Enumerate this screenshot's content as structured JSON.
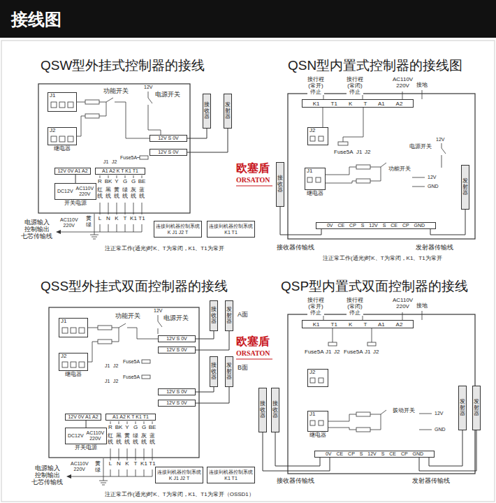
{
  "diagram": {
    "title": "接线图",
    "nodes": [
      {
        "text": [
          "J1"
        ]
      },
      {
        "text": [
          "J2",
          "继电器"
        ]
      },
      {
        "text": [
          "12V S 0V"
        ]
      },
      {
        "text": [
          "12V S 0V"
        ]
      },
      {
        "text": [
          "12V 0V A1 A2"
        ]
      },
      {
        "text": [
          "A1 A2 K T K1 T1"
        ]
      },
      {
        "text": [
          "DC12V",
          "AC110V 220V",
          "开关电源"
        ]
      },
      {
        "text": [
          "接收器"
        ]
      },
      {
        "text": [
          "发射器"
        ]
      },
      {
        "text": [
          "连接到机器控制系统",
          "K J1 J2 T"
        ]
      },
      {
        "text": [
          "连接到机器控制系统",
          "K1 T1"
        ]
      },
      {
        "text": [
          "K1 T1 K T A1 A2"
        ]
      },
      {
        "text": [
          "J2"
        ]
      },
      {
        "text": [
          "J1",
          "继电器"
        ]
      },
      {
        "text": [
          "0V CE CP S 12V S CE CP GND"
        ]
      },
      {
        "text": [
          "接收器"
        ]
      },
      {
        "text": [
          "发射器"
        ]
      },
      {
        "text": [
          "J1"
        ]
      },
      {
        "text": [
          "J2",
          "继电器"
        ]
      },
      {
        "text": [
          "12V S 0V"
        ]
      },
      {
        "text": [
          "12V S 0V"
        ]
      },
      {
        "text": [
          "12V S 0V"
        ]
      },
      {
        "text": [
          "12V S 0V"
        ]
      },
      {
        "text": [
          "12V 0V A1 A2"
        ]
      },
      {
        "text": [
          "A1 A2 K T K1 T1"
        ]
      },
      {
        "text": [
          "DC12V",
          "AC110V 220V",
          "开关电源"
        ]
      },
      {
        "text": [
          "接收器"
        ]
      },
      {
        "text": [
          "发射器"
        ]
      },
      {
        "text": [
          "接收器"
        ]
      },
      {
        "text": [
          "发射器"
        ]
      },
      {
        "text": [
          "连接到机器控制系统",
          "K J1 J2 T"
        ]
      },
      {
        "text": [
          "连接到机器控制系统",
          "K1 T1"
        ]
      },
      {
        "text": [
          "K1 T1 K T A1 A2"
        ]
      },
      {
        "text": [
          "J2"
        ]
      },
      {
        "text": [
          "J1",
          "继电器"
        ]
      },
      {
        "text": [
          "0V CE CP S 12V S CE CP GND"
        ]
      },
      {
        "text": [
          "接收器"
        ]
      },
      {
        "text": [
          "接收器"
        ]
      },
      {
        "text": [
          "发射器"
        ]
      },
      {
        "text": [
          "发射器"
        ]
      }
    ],
    "edges": [
      {
        "from": 7,
        "to": 2,
        "arrow": "none"
      },
      {
        "from": 8,
        "to": 3,
        "arrow": "none"
      },
      {
        "from": 6,
        "to": 4,
        "arrow": "none"
      },
      {
        "from": 15,
        "to": 14,
        "arrow": "none"
      },
      {
        "from": 16,
        "to": 14,
        "arrow": "none"
      },
      {
        "from": 26,
        "to": 19,
        "arrow": "none"
      },
      {
        "from": 27,
        "to": 20,
        "arrow": "none"
      },
      {
        "from": 28,
        "to": 21,
        "arrow": "none"
      },
      {
        "from": 29,
        "to": 22,
        "arrow": "none"
      },
      {
        "from": 25,
        "to": 23,
        "arrow": "none"
      },
      {
        "from": 36,
        "to": 35,
        "arrow": "none"
      },
      {
        "from": 37,
        "to": 35,
        "arrow": "none"
      },
      {
        "from": 38,
        "to": 35,
        "arrow": "none"
      },
      {
        "from": 39,
        "to": 35,
        "arrow": "none"
      }
    ],
    "labels": [
      "QSW型外挂式控制器的接线",
      "功能开关",
      "12V",
      "电源开关",
      "J1",
      "J2",
      "Fuse5A",
      "R",
      "BK",
      "Y",
      "G",
      "G",
      "BE",
      "红线",
      "黑线",
      "黄线",
      "绿线",
      "灰线",
      "蓝线",
      "L",
      "N",
      "K",
      "T",
      "K1",
      "T1",
      "AC110V 220V",
      "电源输入 控制输出 七芯传输线",
      "黄绿",
      "注正常工作(通光)时K、T为常闭，K1、T1为常开",
      "欧塞盾",
      "ORSATON",
      "QSN型内置式控制器的接线图",
      "接行程(常开) 停止",
      "接行程(常闭) 停止",
      "AC110V 220V",
      "接地",
      "Fuse5A",
      "J1",
      "J2",
      "功能开关",
      "电源开关",
      "12V",
      "12V",
      "GND",
      "接收器传输线",
      "发射器传输线",
      "注正常工作(通光)时K、T为常闭，K1、T1为常开",
      "QSS型外挂式双面控制器的接线",
      "功能开关",
      "12V",
      "电源开关",
      "J1",
      "J2",
      "Fuse5A",
      "J1",
      "J2",
      "Fuse5A",
      "A面",
      "B面",
      "R",
      "BK",
      "Y",
      "G",
      "G",
      "BE",
      "红线",
      "黑线",
      "黄线",
      "绿线",
      "灰线",
      "蓝线",
      "L",
      "N",
      "K",
      "T",
      "K1",
      "T1",
      "AC110V 220V",
      "电源输入 控制输出 七芯传输线",
      "黄绿",
      "注正常工作(通光)时K、T为常闭，K1、T1为常开（OSSD1）",
      "欧塞盾",
      "ORSATON",
      "QSP型内置式双面控制器的接线",
      "接行程(常开) 停止",
      "接行程(常闭) 停止",
      "AC110V 220V",
      "接地",
      "Fuse5A",
      "J1",
      "J2",
      "Fuse5A",
      "J1",
      "J2",
      "拨动开关",
      "12V",
      "GND",
      "接收器传输线",
      "发射器传输线"
    ]
  }
}
